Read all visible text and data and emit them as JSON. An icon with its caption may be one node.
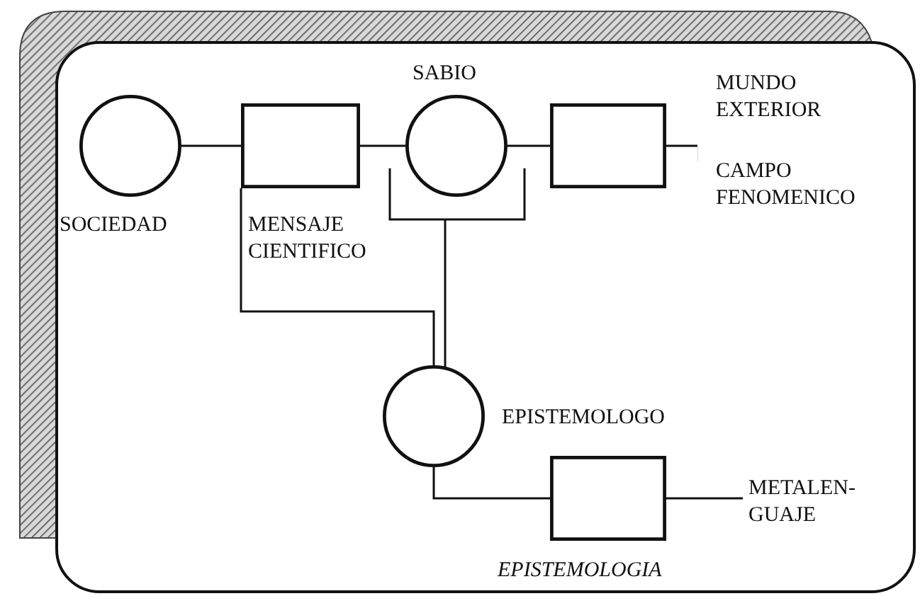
{
  "diagram": {
    "nodes": [
      {
        "text": [],
        "shape": "circle",
        "beside": [
          "SOCIEDAD"
        ]
      },
      {
        "text": [],
        "shape": "box",
        "beside": [
          "MENSAJE CIENTIFICO"
        ]
      },
      {
        "text": [],
        "shape": "circle",
        "beside": [
          "SABIO"
        ]
      },
      {
        "text": [],
        "shape": "box"
      },
      {
        "text": [
          "MUNDO EXTERIOR",
          "CAMPO FENOMENICO"
        ]
      },
      {
        "text": [],
        "shape": "circle",
        "beside": [
          "EPISTEMOLOGO"
        ]
      },
      {
        "text": [],
        "shape": "box",
        "beside": [
          "EPISTEMOLOGIA"
        ]
      },
      {
        "text": [
          "METALEN- GUAJE"
        ]
      }
    ],
    "edges": [
      {
        "from": 0,
        "to": 1,
        "arrow": "none"
      },
      {
        "from": 1,
        "to": 2,
        "arrow": "none"
      },
      {
        "from": 2,
        "to": 3,
        "arrow": "none"
      },
      {
        "from": 3,
        "to": 4,
        "arrow": "none"
      },
      {
        "from": 1,
        "to": 5,
        "arrow": "none"
      },
      {
        "from": 2,
        "to": 5,
        "arrow": "none"
      },
      {
        "from": 5,
        "to": 6,
        "arrow": "none"
      },
      {
        "from": 6,
        "to": 7,
        "arrow": "none"
      }
    ]
  }
}
